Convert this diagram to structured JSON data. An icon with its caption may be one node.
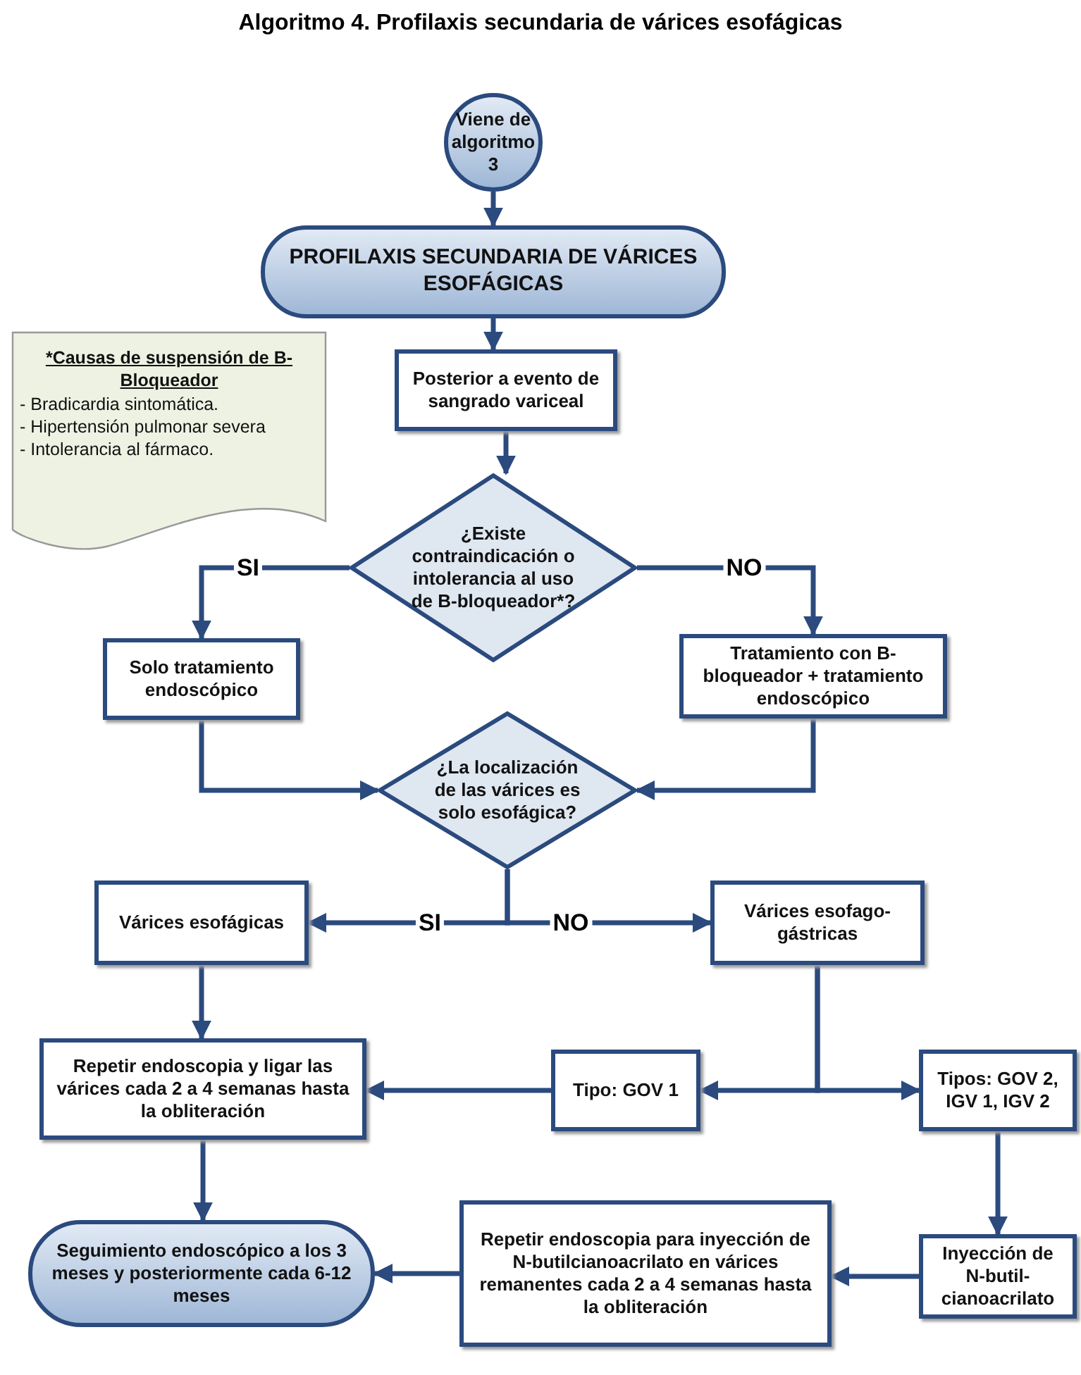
{
  "diagram": {
    "title": "Algoritmo 4. Profilaxis secundaria de várices esofágicas",
    "nodes": [
      {
        "text": [
          "Viene de algoritmo 3"
        ]
      },
      {
        "text": [
          "PROFILAXIS SECUNDARIA DE VÁRICES ESOFÁGICAS"
        ]
      },
      {
        "text": [
          "*Causas de suspensión de B-Bloqueador",
          "- Bradicardia sintomática.",
          "- Hipertensión pulmonar severa",
          "- Intolerancia al fármaco."
        ]
      },
      {
        "text": [
          "Posterior a evento de sangrado variceal"
        ]
      },
      {
        "text": [
          "¿Existe contraindicación o intolerancia al uso de B-bloqueador*?"
        ]
      },
      {
        "text": [
          "Solo tratamiento endoscópico"
        ]
      },
      {
        "text": [
          "Tratamiento con B-bloqueador + tratamiento endoscópico"
        ]
      },
      {
        "text": [
          "¿La localización de las várices es solo esofágica?"
        ]
      },
      {
        "text": [
          "Várices esofágicas"
        ]
      },
      {
        "text": [
          "Várices esofago-gástricas"
        ]
      },
      {
        "text": [
          "Repetir endoscopia y ligar las várices cada 2 a 4 semanas hasta la obliteración"
        ]
      },
      {
        "text": [
          "Tipo: GOV 1"
        ]
      },
      {
        "text": [
          "Tipos: GOV 2, IGV 1, IGV 2"
        ]
      },
      {
        "text": [
          "Inyección de N-butil-cianoacrilato"
        ]
      },
      {
        "text": [
          "Repetir endoscopia para inyección de N-butilcianoacrilato en várices remanentes cada 2 a 4 semanas hasta la obliteración"
        ]
      },
      {
        "text": [
          "Seguimiento endoscópico a los 3 meses y posteriormente cada 6-12 meses"
        ]
      }
    ],
    "edges": [
      {
        "from": 0,
        "to": 1,
        "arrow": "to"
      },
      {
        "from": 1,
        "to": 3,
        "arrow": "to"
      },
      {
        "from": 3,
        "to": 4,
        "arrow": "to"
      },
      {
        "from": 4,
        "to": 5,
        "arrow": "to",
        "label": "SI"
      },
      {
        "from": 4,
        "to": 6,
        "arrow": "to",
        "label": "NO"
      },
      {
        "from": 5,
        "to": 7,
        "arrow": "to"
      },
      {
        "from": 6,
        "to": 7,
        "arrow": "to"
      },
      {
        "from": 7,
        "to": 8,
        "arrow": "to",
        "label": "SI"
      },
      {
        "from": 7,
        "to": 9,
        "arrow": "to",
        "label": "NO"
      },
      {
        "from": 8,
        "to": 10,
        "arrow": "to"
      },
      {
        "from": 9,
        "to": 11,
        "arrow": "to"
      },
      {
        "from": 9,
        "to": 12,
        "arrow": "to"
      },
      {
        "from": 11,
        "to": 10,
        "arrow": "to"
      },
      {
        "from": 10,
        "to": 15,
        "arrow": "to"
      },
      {
        "from": 12,
        "to": 13,
        "arrow": "to"
      },
      {
        "from": 13,
        "to": 14,
        "arrow": "to"
      },
      {
        "from": 14,
        "to": 15,
        "arrow": "to"
      }
    ]
  }
}
